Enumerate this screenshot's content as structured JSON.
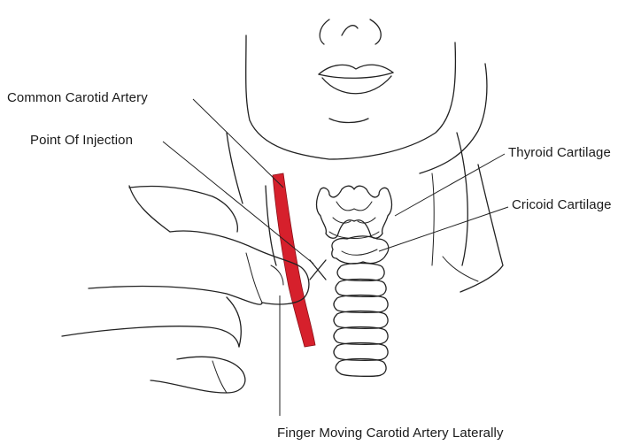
{
  "labels": {
    "common_carotid": "Common Carotid Artery",
    "point_of_injection": "Point Of Injection",
    "thyroid_cartilage": "Thyroid Cartilage",
    "cricoid_cartilage": "Cricoid Cartilage",
    "finger_moving": "Finger Moving Carotid Artery Laterally"
  },
  "colors": {
    "artery": "#d6202c",
    "line": "#222222"
  }
}
